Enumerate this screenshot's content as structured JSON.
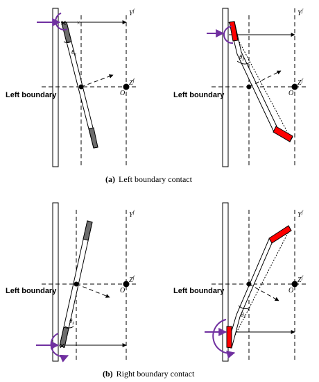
{
  "colors": {
    "accent": "#7030a0",
    "contact": "#ff0000",
    "gray": "#6d6d6d"
  },
  "labels": {
    "boundary": "Left boundary",
    "y_axis": "Y",
    "y_sup": "f",
    "z_axis": "Z",
    "z_sup": "f",
    "origin": "O",
    "theta": "θ",
    "theta_sub": "z"
  },
  "captions": {
    "a_tag": "(a)",
    "a_text": "Left boundary contact",
    "b_tag": "(b)",
    "b_text": "Right boundary contact"
  }
}
